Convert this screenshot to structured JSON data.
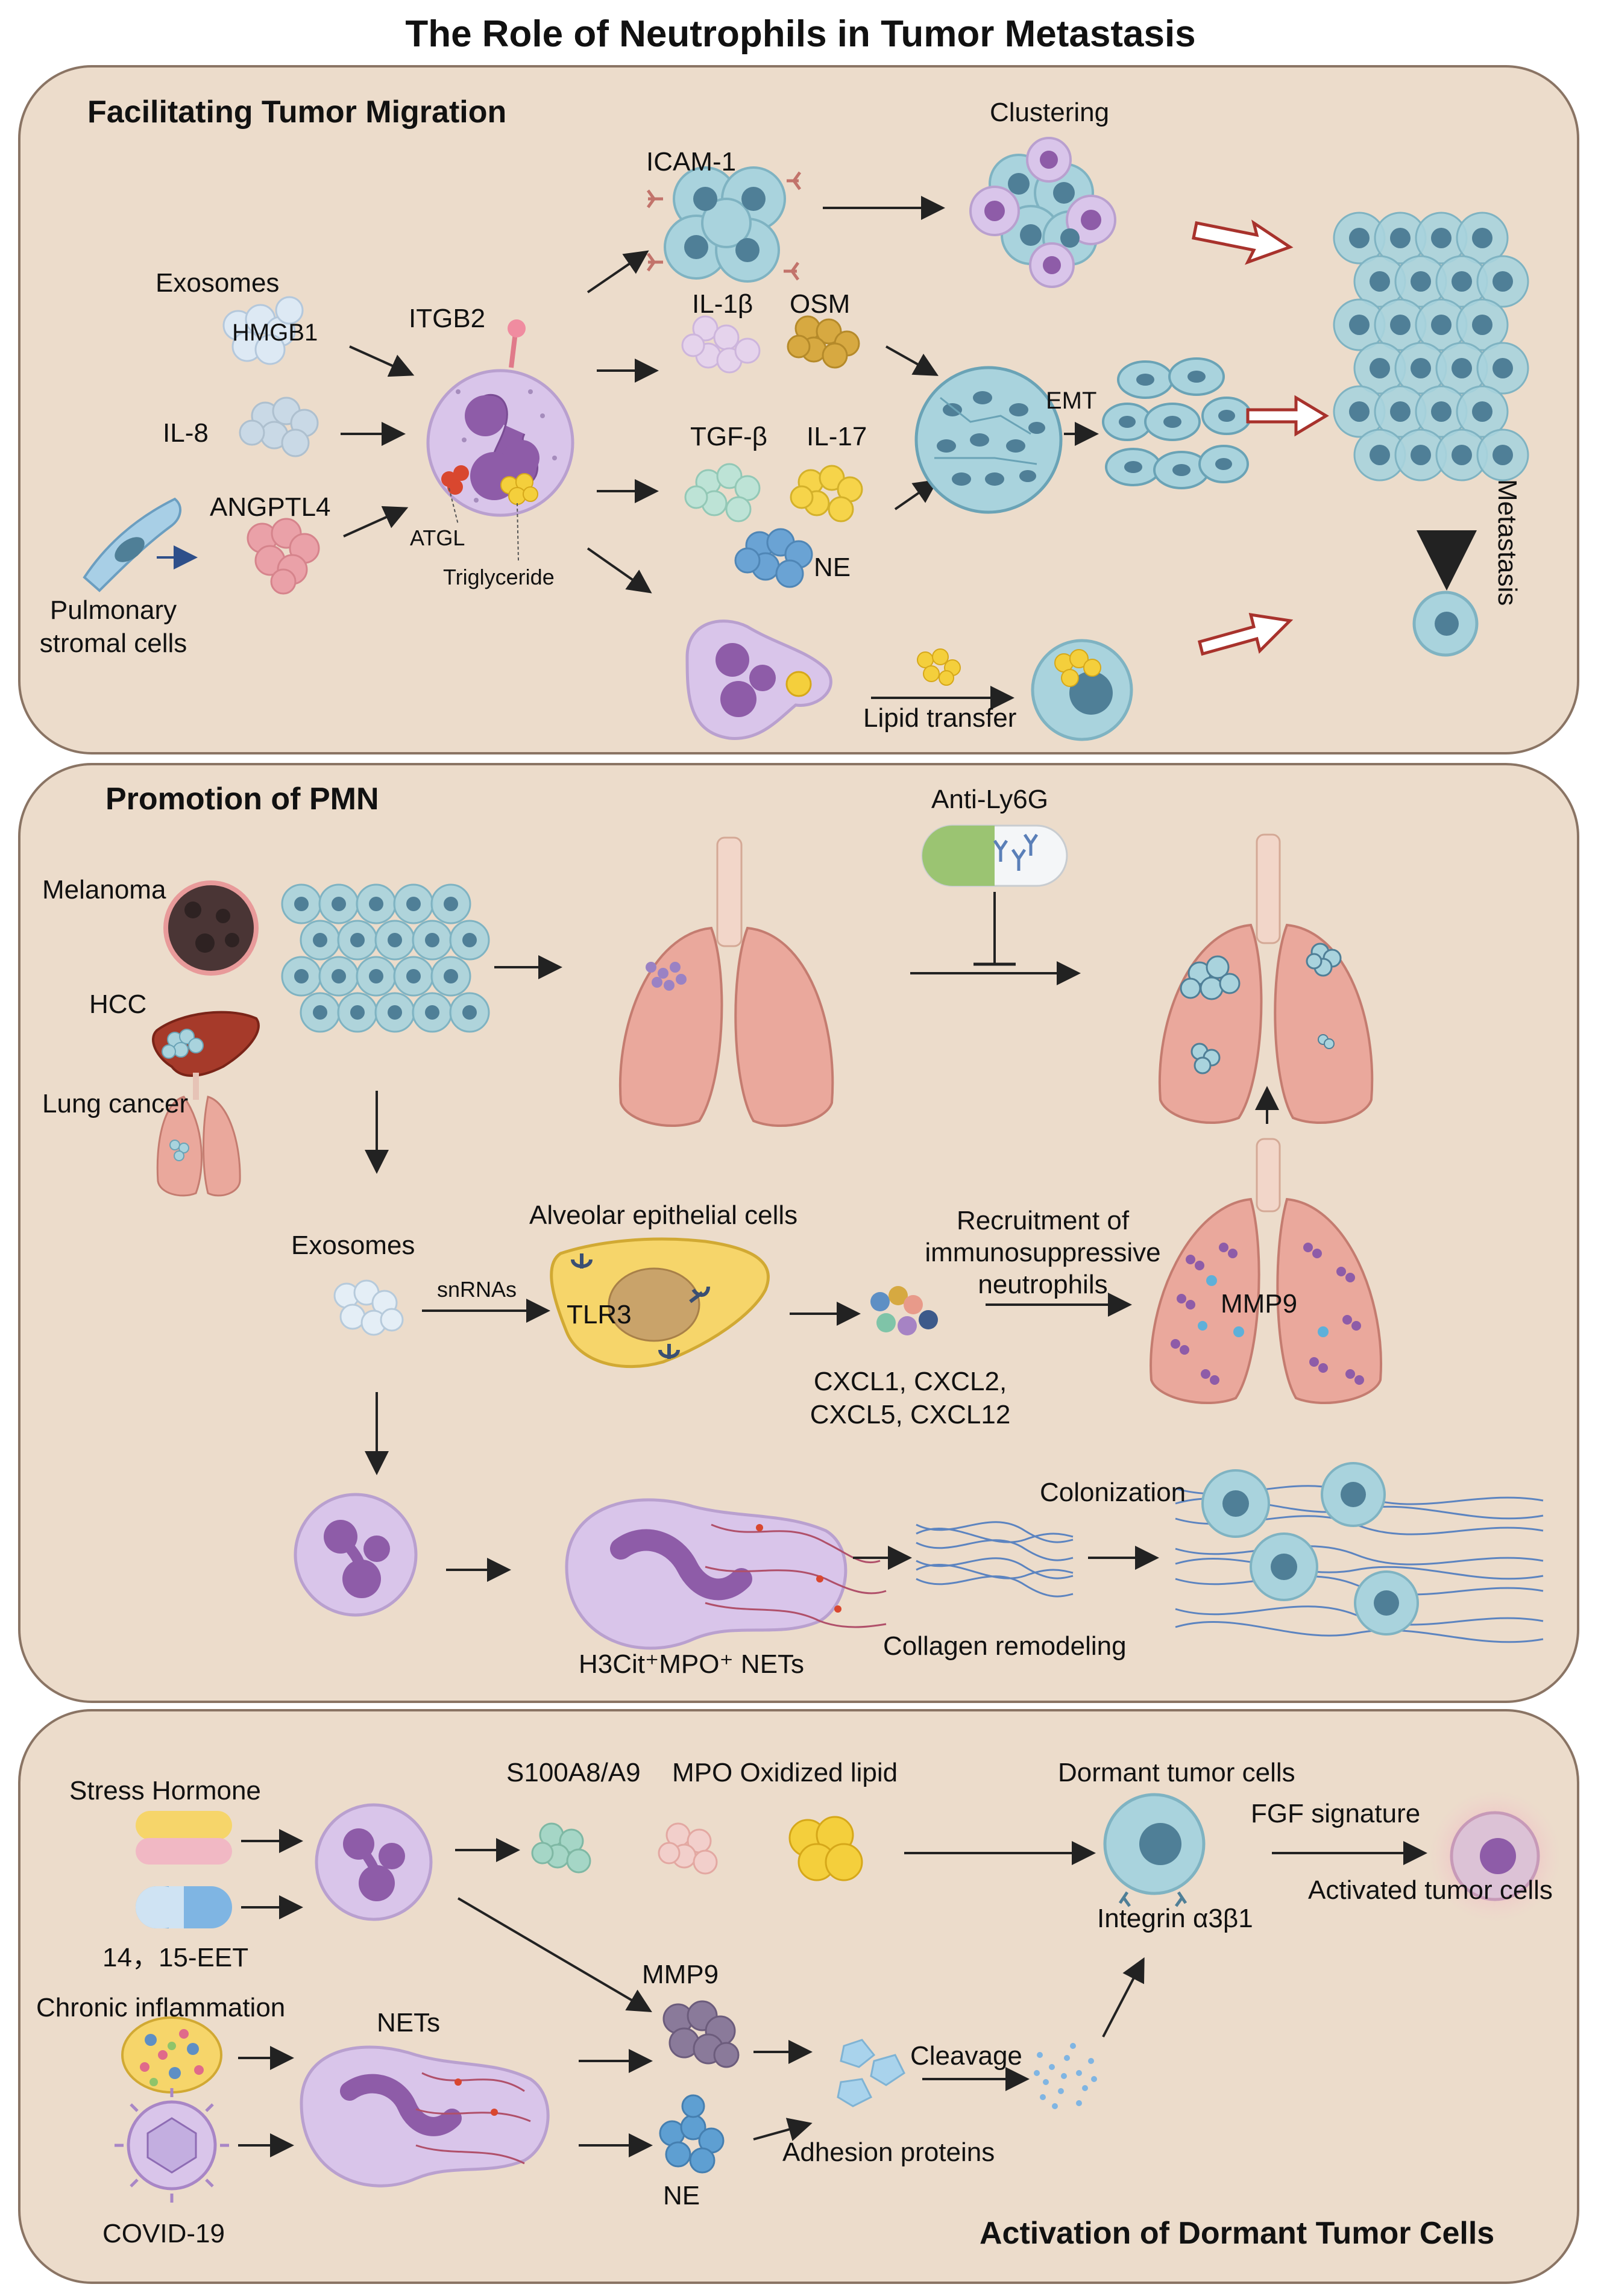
{
  "title": "The Role of Neutrophils in Tumor Metastasis",
  "colors": {
    "panel_fill": "#ecdccb",
    "panel_stroke": "#8a7464",
    "neutrophil_fill": "#d9c5ea",
    "neutrophil_nucleus": "#8e5ca8",
    "tumor_cell_fill": "#a9d3dd",
    "tumor_nucleus": "#4f7f97",
    "lung_fill": "#eaa89c",
    "triglyceride": "#f4cf3c",
    "atgl": "#d9472f",
    "arrow": "#222222",
    "hollow_arrow": "#a8322c"
  },
  "sections": {
    "migration": {
      "title": "Facilitating Tumor Migration",
      "labels": {
        "exosomes": "Exosomes",
        "hmgb1": "HMGB1",
        "il8": "IL-8",
        "angptl4": "ANGPTL4",
        "pulmonary": "Pulmonary\nstromal cells",
        "itgb2": "ITGB2",
        "atgl": "ATGL",
        "triglyceride": "Triglyceride",
        "icam1": "ICAM-1",
        "clustering": "Clustering",
        "il1b": "IL-1β",
        "osm": "OSM",
        "tgfb": "TGF-β",
        "il17": "IL-17",
        "ne": "NE",
        "emt": "EMT",
        "lipid_transfer": "Lipid transfer",
        "metastasis": "Metastasis"
      }
    },
    "pmn": {
      "title": "Promotion of PMN",
      "labels": {
        "melanoma": "Melanoma",
        "hcc": "HCC",
        "lung_cancer": "Lung cancer",
        "anti_ly6g": "Anti-Ly6G",
        "exosomes": "Exosomes",
        "alveolar": "Alveolar epithelial cells",
        "snrnas": "snRNAs",
        "tlr3": "TLR3",
        "chemokines": "CXCL1, CXCL2,\nCXCL5, CXCL12",
        "recruitment": "Recruitment of\nimmunosuppressive\nneutrophils",
        "mmp9": "MMP9",
        "nets": "H3Cit⁺MPO⁺ NETs",
        "collagen": "Collagen remodeling",
        "colonization": "Colonization"
      }
    },
    "dormant": {
      "title": "Activation of Dormant Tumor Cells",
      "labels": {
        "stress": "Stress Hormone",
        "eet": "14，15-EET",
        "chronic": "Chronic inflammation",
        "covid": "COVID-19",
        "nets": "NETs",
        "s100": "S100A8/A9",
        "mpo_lipid": "MPO Oxidized lipid",
        "dormant_cells": "Dormant tumor cells",
        "integrin": "Integrin α3β1",
        "fgf": "FGF signature",
        "activated": "Activated tumor cells",
        "mmp9": "MMP9",
        "ne": "NE",
        "cleavage": "Cleavage",
        "adhesion": "Adhesion proteins"
      }
    }
  }
}
